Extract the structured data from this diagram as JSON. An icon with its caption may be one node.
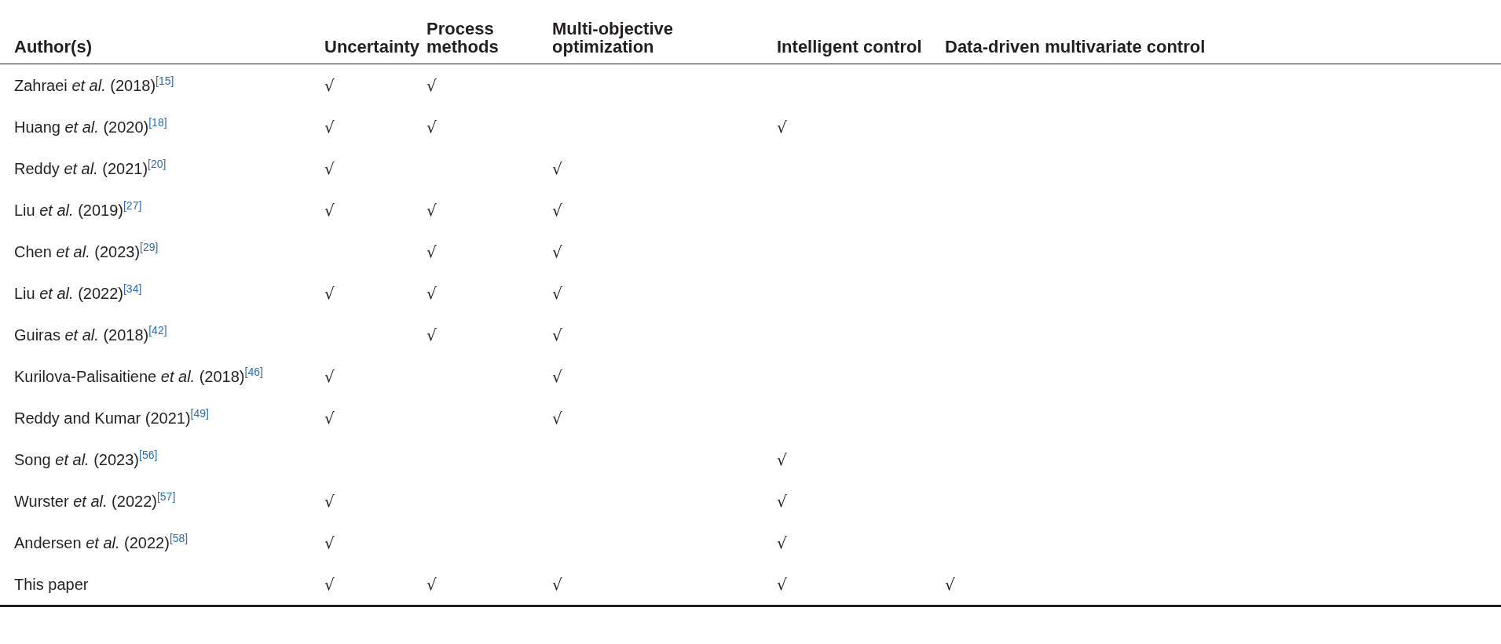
{
  "diagram": {
    "labels": [
      "Author(s)",
      "Uncertainty",
      "Process methods",
      "Multi-objective optimization",
      "Intelligent control",
      "Data-driven multivariate control",
      "Zahraei *et al.* (2018)$^{[15]}$",
      "√",
      "√",
      "Huang *et al.* (2020)$^{[18]}$",
      "√",
      "√",
      "√",
      "Reddy *et al.* (2021)$^{[20]}$",
      "√",
      "√",
      "Liu *et al.* (2019)$^{[27]}$",
      "√",
      "√",
      "√",
      "Chen *et al.* (2023)$^{[29]}$",
      "√",
      "√",
      "Liu *et al.* (2022)$^{[34]}$",
      "√",
      "√",
      "√",
      "Guiras *et al.* (2018)$^{[42]}$",
      "√",
      "√",
      "Kurilova-Palisaitiene *et al.* (2018)$^{[46]}$",
      "√",
      "√",
      "Reddy and Kumar (2021)$^{[49]}$",
      "√",
      "√",
      "Song *et al.* (2023)$^{[56]}$",
      "√",
      "Wurster *et al.* (2022)$^{[57]}$",
      "√",
      "√",
      "Andersen *et al.* (2022)$^{[58]}$",
      "√",
      "√",
      "This paper",
      "√",
      "√",
      "√",
      "√",
      "√"
    ]
  }
}
